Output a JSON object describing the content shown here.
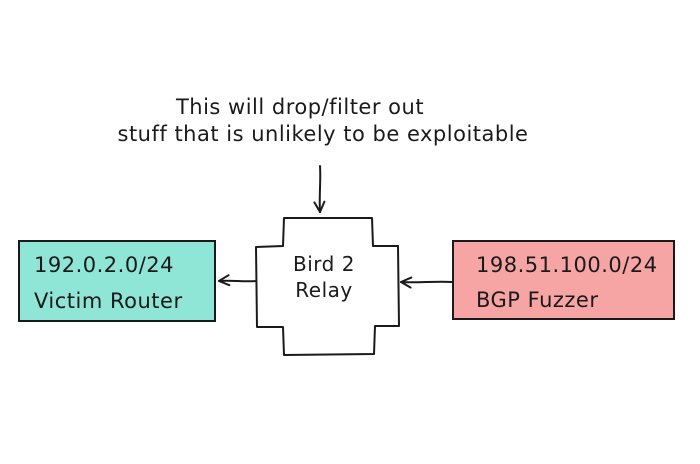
{
  "annotation": {
    "line1": "This will drop/filter out",
    "line2": "stuff that is unlikely to be exploitable"
  },
  "victim": {
    "subnet": "192.0.2.0/24",
    "label": "Victim Router",
    "color": "#8fe6d6"
  },
  "relay": {
    "line1": "Bird 2",
    "line2": "Relay"
  },
  "fuzzer": {
    "subnet": "198.51.100.0/24",
    "label": "BGP Fuzzer",
    "color": "#f7a4a4"
  }
}
